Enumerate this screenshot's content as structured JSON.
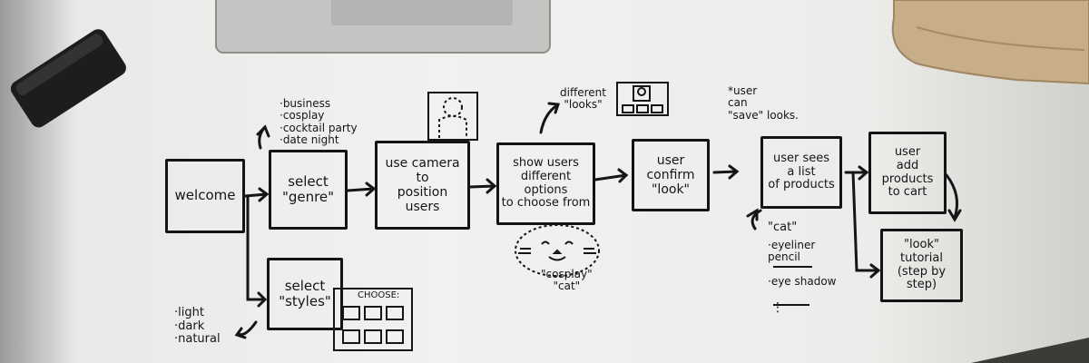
{
  "flow": {
    "welcome": "welcome",
    "select_genre": "select\n\"genre\"",
    "camera": "use camera\nto\nposition\nusers",
    "show_options": "show users\ndifferent\noptions\nto choose from",
    "confirm": "user\nconfirm\n\"look\"",
    "sees_list": "user sees\na list\nof products",
    "add_products": "user\nadd\nproducts\nto cart",
    "tutorial": "\"look\"\ntutorial\n(step by\nstep)",
    "select_styles": "select\n\"styles\""
  },
  "notes": {
    "genres": "·business\n·cosplay\n·cocktail party\n·date night",
    "styles": "·light\n·dark\n·natural",
    "different_looks": "different\n\"looks\"",
    "save_looks": "*user\ncan\n\"save\" looks.",
    "cat_label": "\"cat\"",
    "eyeliner": "·eyeliner\npencil",
    "eyeshadow": "·eye shadow",
    "ellipsis": "⋮",
    "cosplay_cat": "\"cosplay\"\n\"cat\"",
    "choose": "CHOOSE:"
  },
  "colors": {
    "ink": "#151515",
    "board": "#efefed",
    "laptop": "#bfc0bd",
    "eraser": "#1c1c1c",
    "bag": "#c4ab86"
  }
}
